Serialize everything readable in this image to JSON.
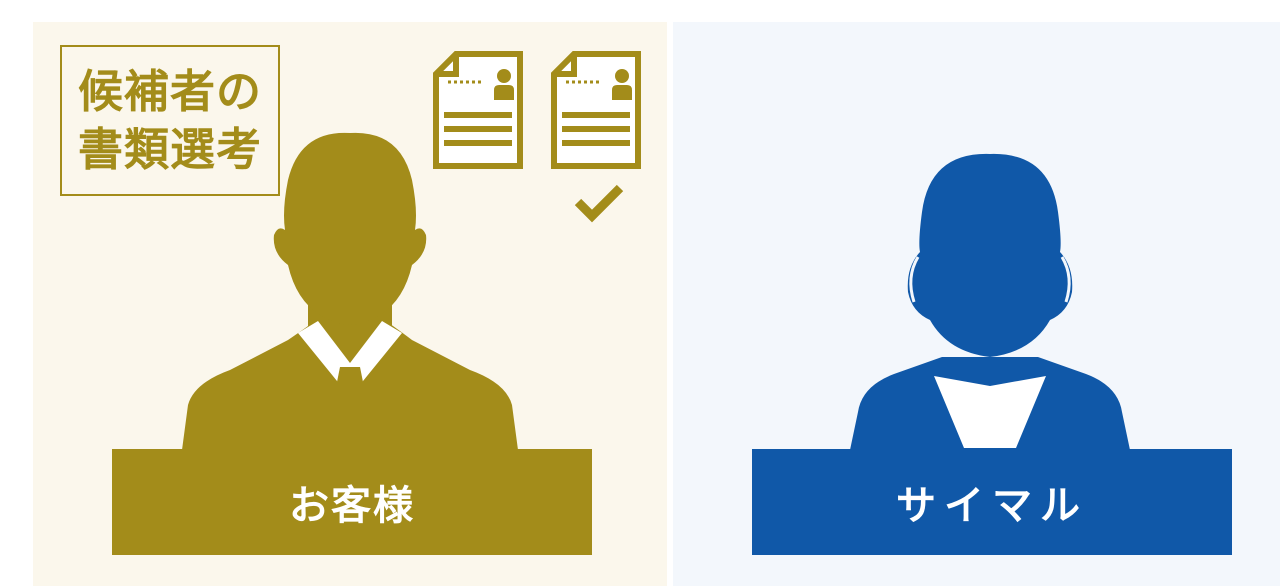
{
  "task_label": {
    "line1": "候補者の",
    "line2": "書類選考"
  },
  "client": {
    "name": "お客様",
    "color": "#A38C1A",
    "panel_color": "#FBF7EC"
  },
  "simul": {
    "name": "サイマル",
    "color": "#1058A8",
    "panel_color": "#F3F7FC"
  },
  "icons": [
    "document-icon",
    "document-icon",
    "checkmark-icon"
  ]
}
